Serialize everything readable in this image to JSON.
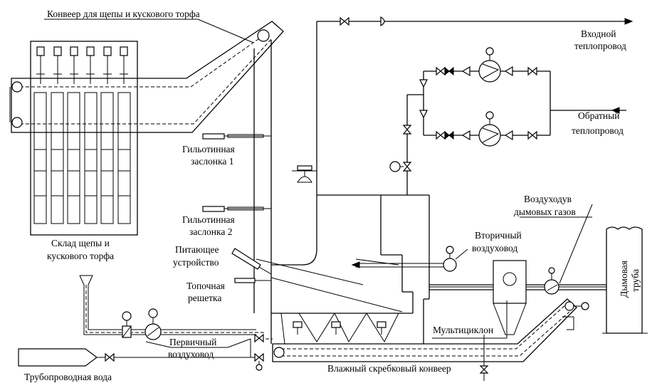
{
  "labels": {
    "conveyor": "Конвеер для щепы и кускового торфа",
    "inlet_pipe_1": "Входной",
    "inlet_pipe_2": "теплопровод",
    "return_pipe_1": "Обратный",
    "return_pipe_2": "теплопровод",
    "gate1_1": "Гильотинная",
    "gate1_2": "заслонка 1",
    "gate2_1": "Гильотинная",
    "gate2_2": "заслонка 2",
    "storage_1": "Склад щепы и",
    "storage_2": "кускового торфа",
    "feeder_1": "Питающее",
    "feeder_2": "устройство",
    "grate_1": "Топочная",
    "grate_2": "решетка",
    "fan_1": "Воздуходув",
    "fan_2": "дымовых газов",
    "secondary_1": "Вторичный",
    "secondary_2": "воздуховод",
    "chimney_1": "Дымовая",
    "chimney_2": "труба",
    "multicyclone": "Мультициклон",
    "primary_1": "Первичный",
    "primary_2": "воздуховод",
    "wet_conveyor": "Влажный скребковый конвеер",
    "water": "Трубопроводная вода"
  }
}
